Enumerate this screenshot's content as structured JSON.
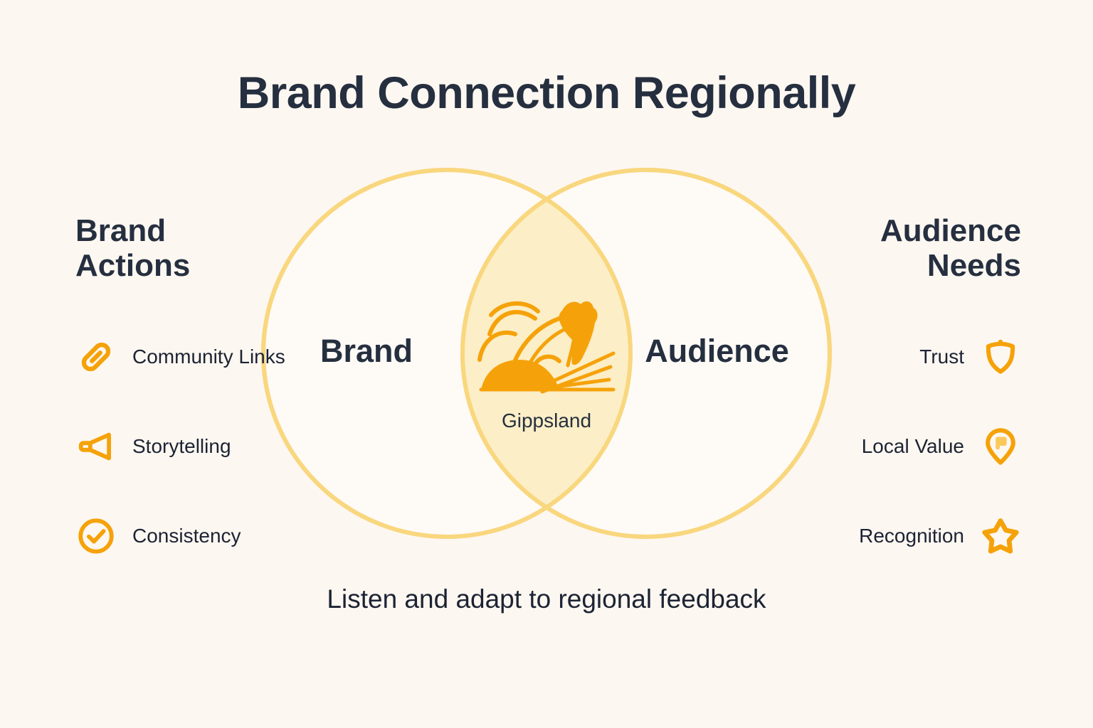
{
  "title": "Brand Connection Regionally",
  "colors": {
    "background": "#fdf7f1",
    "ink": "#252f3f",
    "accent_orange": "#f5a20a",
    "circle_stroke": "#f9d77e",
    "overlap_fill": "#fceec6"
  },
  "venn": {
    "left_circle_label": "Brand",
    "right_circle_label": "Audience",
    "overlap_label": "Gippsland",
    "overlap_illustration": "gippsland-landscape-illustration"
  },
  "left_panel": {
    "heading": "Brand\nActions",
    "items": [
      {
        "label": "Community Links",
        "icon": "link-icon"
      },
      {
        "label": "Storytelling",
        "icon": "megaphone-icon"
      },
      {
        "label": "Consistency",
        "icon": "check-circle-icon"
      }
    ]
  },
  "right_panel": {
    "heading": "Audience\nNeeds",
    "items": [
      {
        "label": "Trust",
        "icon": "shield-icon"
      },
      {
        "label": "Local Value",
        "icon": "map-pin-icon"
      },
      {
        "label": "Recognition",
        "icon": "star-icon"
      }
    ]
  },
  "footer": {
    "caption": "Listen and adapt to regional feedback"
  }
}
